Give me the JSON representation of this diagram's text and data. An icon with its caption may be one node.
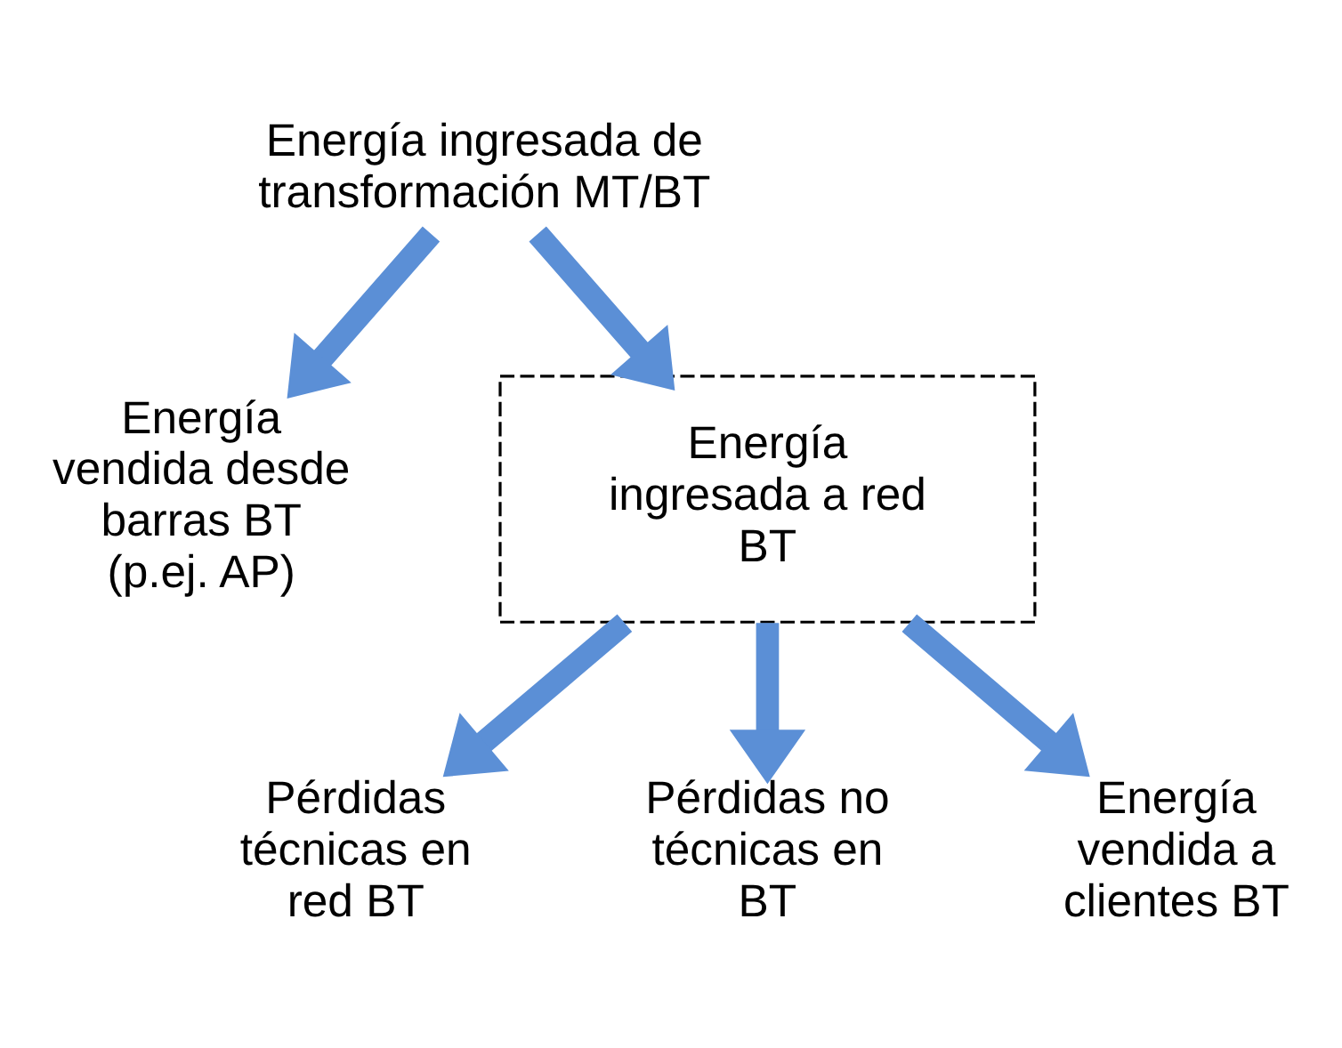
{
  "diagram": {
    "nodes": [
      {
        "text": [
          "Energía ingresada de transformación MT/BT"
        ]
      },
      {
        "text": [
          "Energía vendida desde barras BT (p.ej. AP)"
        ]
      },
      {
        "text": [
          "Energía ingresada a red BT"
        ]
      },
      {
        "text": [
          "Pérdidas técnicas en red BT"
        ]
      },
      {
        "text": [
          "Pérdidas no técnicas en BT"
        ]
      },
      {
        "text": [
          "Energía vendida a clientes BT"
        ]
      }
    ],
    "edges": [
      {
        "from": 0,
        "to": 1,
        "arrow": "to"
      },
      {
        "from": 0,
        "to": 2,
        "arrow": "to"
      },
      {
        "from": 2,
        "to": 3,
        "arrow": "to"
      },
      {
        "from": 2,
        "to": 4,
        "arrow": "to"
      },
      {
        "from": 2,
        "to": 5,
        "arrow": "to"
      }
    ]
  }
}
